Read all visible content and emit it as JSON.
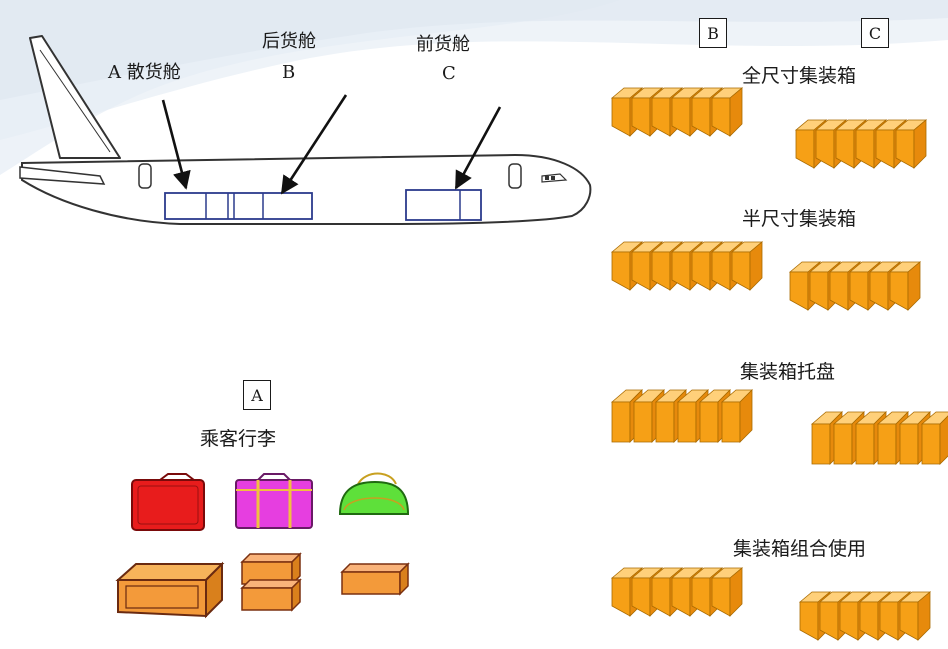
{
  "aircraft": {
    "bulk_hold_label": "A  散货舱",
    "aft_hold_label": "后货舱",
    "aft_hold_letter": "B",
    "fwd_hold_label": "前货舱",
    "fwd_hold_letter": "C"
  },
  "passenger_baggage": {
    "letter": "A",
    "title": "乘客行李"
  },
  "containers": {
    "letter_b": "B",
    "letter_c": "C",
    "full_size": "全尺寸集装箱",
    "half_size": "半尺寸集装箱",
    "pallet": "集装箱托盘",
    "combined": "集装箱组合使用"
  },
  "colors": {
    "container": "#f7a21a",
    "hold_outline": "#2b3a8c",
    "suitcase_red": "#e81c1c",
    "suitcase_magenta": "#e63ee0",
    "bag_green": "#5ee03a",
    "case_orange": "#f39a3a"
  }
}
